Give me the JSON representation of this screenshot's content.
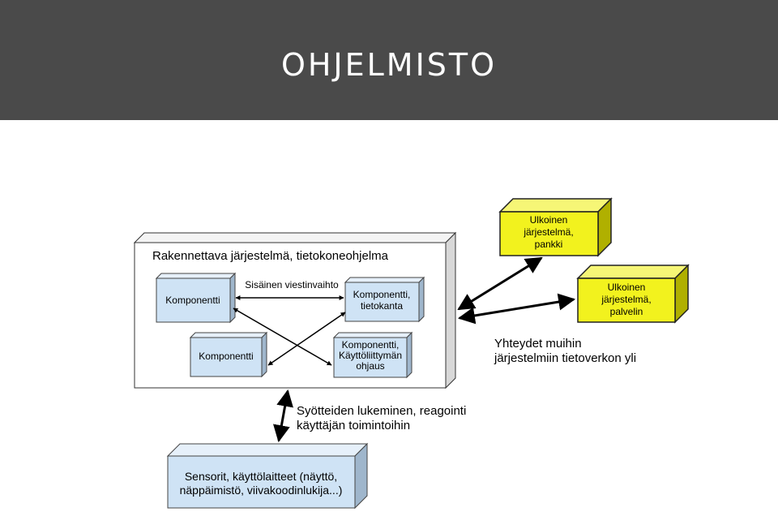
{
  "header": {
    "title": "OHJELMISTO"
  },
  "diagram": {
    "system_box_title": "Rakennettava järjestelmä, tietokoneohjelma",
    "internal_messaging_label": "Sisäinen viestinvaihto",
    "components": {
      "c1": "Komponentti",
      "c2": [
        "Komponentti,",
        "tietokanta"
      ],
      "c3": "Komponentti",
      "c4": [
        "Komponentti,",
        "Käyttöliittymän",
        "ohjaus"
      ]
    },
    "external_bank": [
      "Ulkoinen",
      "järjestelmä,",
      "pankki"
    ],
    "external_server": [
      "Ulkoinen",
      "järjestelmä,",
      "palvelin"
    ],
    "network_label": [
      "Yhteydet muihin",
      "järjestelmiin tietoverkon yli"
    ],
    "input_label": [
      "Syötteiden lukeminen, reagointi",
      "käyttäjän toimintoihin"
    ],
    "sensors": [
      "Sensorit, käyttölaitteet (näyttö,",
      "näppäimistö, viivakoodinlukija...)"
    ],
    "colors": {
      "header_bg": "#4a4a4a",
      "component_fill": "#cfe3f5",
      "external_fill": "#f2f21e"
    }
  }
}
